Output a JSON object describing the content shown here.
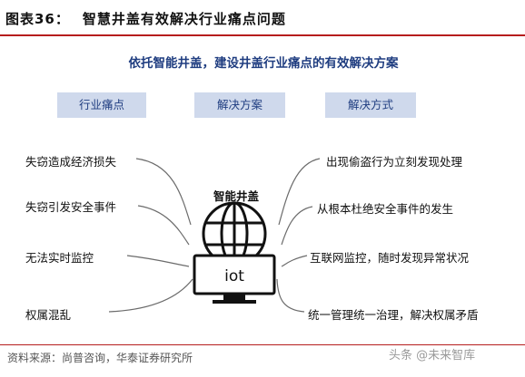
{
  "figure": {
    "label": "图表36：",
    "title": "智慧井盖有效解决行业痛点问题"
  },
  "banner": "依托智能井盖，建设井盖行业痛点的有效解决方案",
  "columns": [
    "行业痛点",
    "解决方案",
    "解决方式"
  ],
  "pain_points": [
    "失窃造成经济损失",
    "失窃引发安全事件",
    "无法实时监控",
    "权属混乱"
  ],
  "center": {
    "label": "智能井盖",
    "device_text": "iot",
    "icon": "globe-monitor-icon"
  },
  "solutions": [
    "出现偷盗行为立刻发现处理",
    "从根本杜绝安全事件的发生",
    "互联网监控，随时发现异常状况",
    "统一管理统一治理，解决权属矛盾"
  ],
  "footer": {
    "source": "资料来源：尚普咨询，华泰证券研究所",
    "watermark": "头条 @未来智库"
  },
  "colors": {
    "accent_red": "#b61d1d",
    "header_blue": "#1f3d80",
    "header_bg": "#cfd9ec"
  }
}
